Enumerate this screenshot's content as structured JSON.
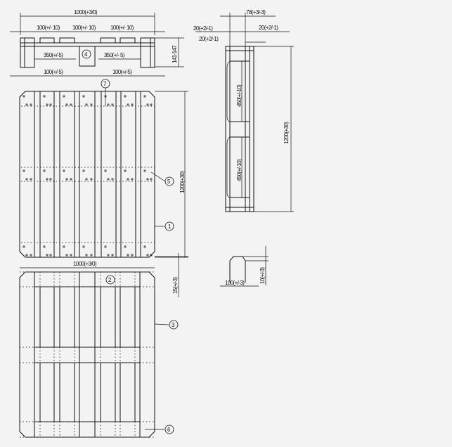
{
  "front_view": {
    "overall_width": "1000(+3/0)",
    "top_board_1": "100(+/- 10)",
    "top_board_2": "100(+/- 10)",
    "top_board_3": "100(+/- 10)",
    "block_gap_left": "350(+/-5)",
    "block_gap_right": "350(+/- 5)",
    "bottom_left": "100(+/-5)",
    "bottom_right": "100(+/-5)",
    "height": "141-147"
  },
  "side_view": {
    "block_width": "78(+3/-3)",
    "board_left": "20(+2/-1)",
    "board_right": "20(+2/-1)",
    "board_lower": "20(+2/-1)",
    "opening_1": "450(+/-10)",
    "opening_2": "450(+/-10)",
    "overall_length": "1200(+30)"
  },
  "top_view": {
    "overall_length": "1200(+30)"
  },
  "bottom_view": {
    "overall_width": "1000(+3/0)",
    "offset": "15(+/-3)"
  },
  "chamfer_detail": {
    "width": "100(+/-3)",
    "height": "10(+/-3)"
  },
  "callouts": [
    "1",
    "2",
    "3",
    "4",
    "5",
    "6",
    "7"
  ]
}
